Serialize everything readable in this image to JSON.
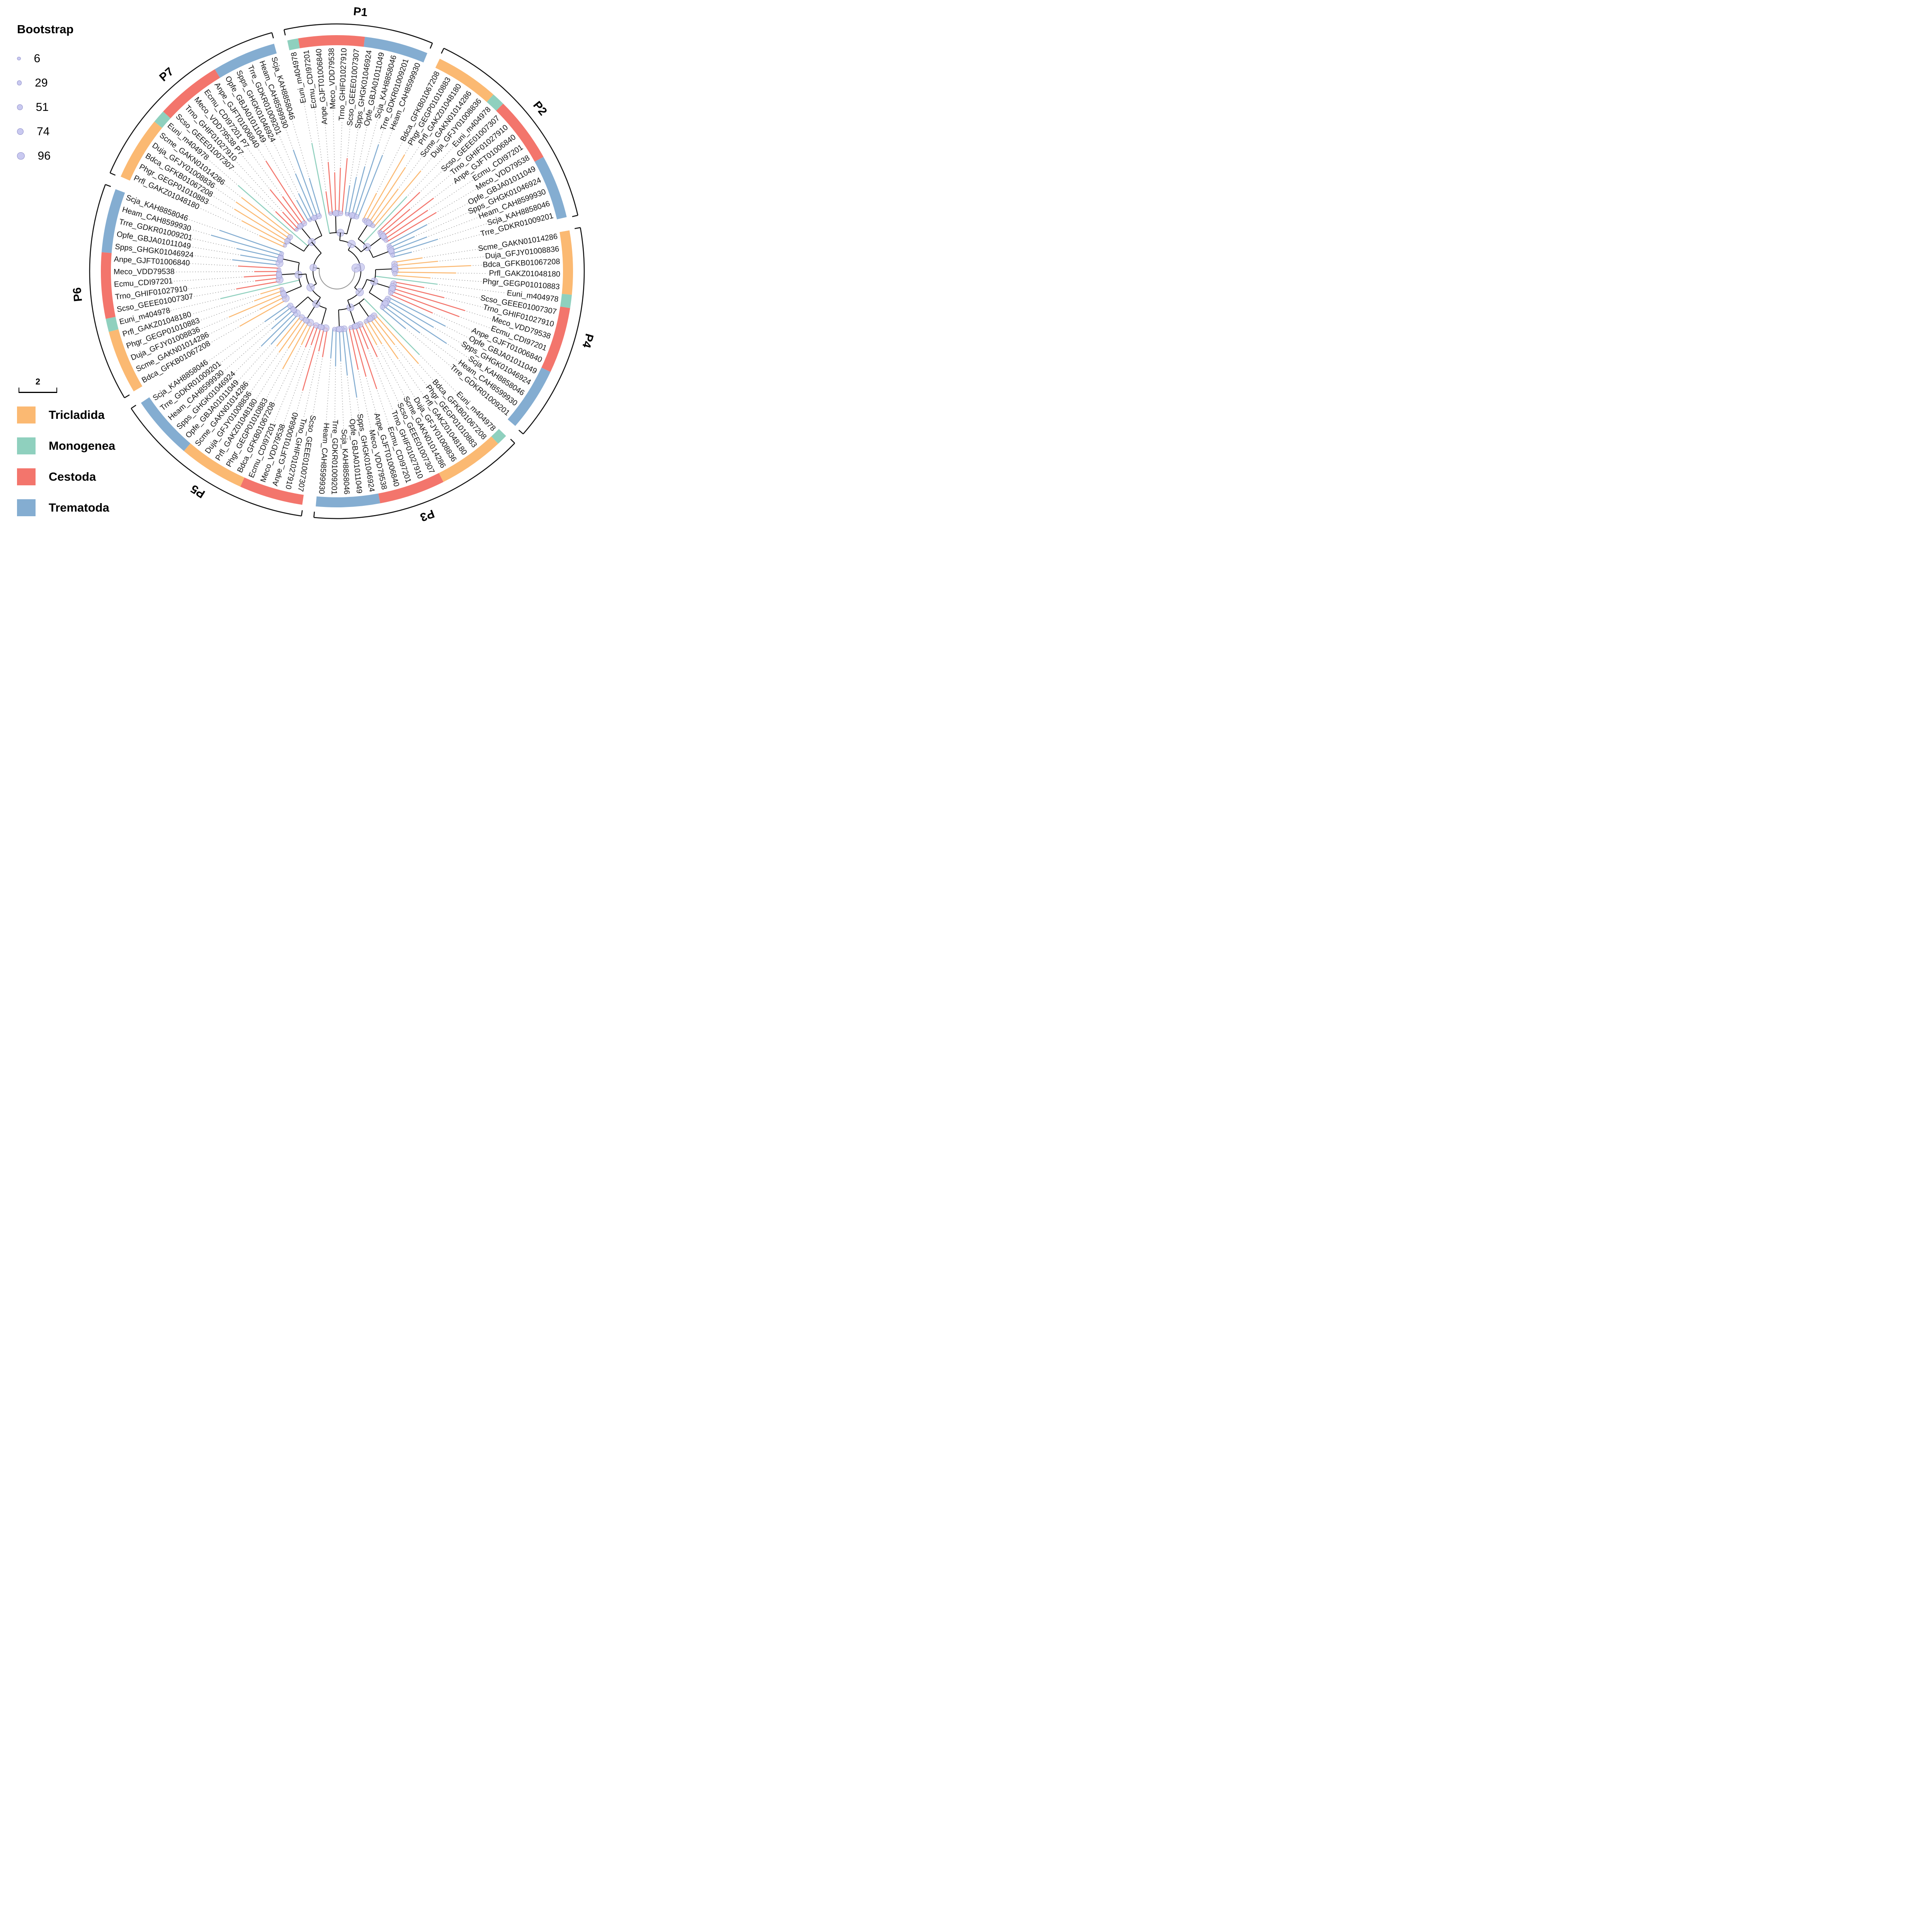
{
  "legend_bootstrap": {
    "title": "Bootstrap",
    "values": [
      6,
      29,
      51,
      74,
      96
    ]
  },
  "scale_bar": {
    "label": "2"
  },
  "legend_groups": [
    {
      "label": "Tricladida",
      "color": "#FBB972"
    },
    {
      "label": "Monogenea",
      "color": "#8FD0BE"
    },
    {
      "label": "Cestoda",
      "color": "#F3756C"
    },
    {
      "label": "Trematoda",
      "color": "#84ADD1"
    }
  ],
  "colors": {
    "branch": "#111111",
    "root_arc": "#999999",
    "bootstrap_fill": "#c9c9f0",
    "bootstrap_stroke": "#8e8ec8",
    "leader": "#888888"
  },
  "chart_data": {
    "type": "circular-phylogenetic-tree",
    "title": "",
    "legend_position": "left",
    "bootstrap_range": [
      6,
      96
    ],
    "scale_bar_value": 2,
    "layout": {
      "start_angle": -12.7,
      "clade_gap_deg": 2.2
    },
    "clades": [
      {
        "name": "P1",
        "tips": [
          {
            "label": "Euni_m404978",
            "group": "Monogenea"
          },
          {
            "label": "Ecmu_CDI97201",
            "group": "Cestoda"
          },
          {
            "label": "Anpe_GJFT01006840",
            "group": "Cestoda"
          },
          {
            "label": "Meco_VDD79538",
            "group": "Cestoda"
          },
          {
            "label": "Trno_GHIF01027910",
            "group": "Cestoda"
          },
          {
            "label": "Scso_GEEE01007307",
            "group": "Cestoda"
          },
          {
            "label": "Spps_GHGK01046924",
            "group": "Trematoda"
          },
          {
            "label": "Opfe_GBJA01011049",
            "group": "Trematoda"
          },
          {
            "label": "Scja_KAH8858046",
            "group": "Trematoda"
          },
          {
            "label": "Trre_GDKR01009201",
            "group": "Trematoda"
          },
          {
            "label": "Heam_CAH8599930",
            "group": "Trematoda"
          }
        ]
      },
      {
        "name": "P2",
        "tips": [
          {
            "label": "Bdca_GFKB01067208",
            "group": "Tricladida"
          },
          {
            "label": "Phgr_GEGP01010883",
            "group": "Tricladida"
          },
          {
            "label": "Prfl_GAKZ01048180",
            "group": "Tricladida"
          },
          {
            "label": "Scme_GAKN01014286",
            "group": "Tricladida"
          },
          {
            "label": "Duja_GFJY01008836",
            "group": "Tricladida"
          },
          {
            "label": "Euni_m404978",
            "group": "Monogenea"
          },
          {
            "label": "Scso_GEEE01007307",
            "group": "Cestoda"
          },
          {
            "label": "Trno_GHIF01027910",
            "group": "Cestoda"
          },
          {
            "label": "Anpe_GJFT01006840",
            "group": "Cestoda"
          },
          {
            "label": "Ecmu_CDI97201",
            "group": "Cestoda"
          },
          {
            "label": "Meco_VDD79538",
            "group": "Cestoda"
          },
          {
            "label": "Opfe_GBJA01011049",
            "group": "Trematoda"
          },
          {
            "label": "Spps_GHGK01046924",
            "group": "Trematoda"
          },
          {
            "label": "Heam_CAH8599930",
            "group": "Trematoda"
          },
          {
            "label": "Scja_KAH8858046",
            "group": "Trematoda"
          },
          {
            "label": "Trre_GDKR01009201",
            "group": "Trematoda"
          }
        ]
      },
      {
        "name": "P4",
        "tips": [
          {
            "label": "Scme_GAKN01014286",
            "group": "Tricladida"
          },
          {
            "label": "Duja_GFJY01008836",
            "group": "Tricladida"
          },
          {
            "label": "Bdca_GFKB01067208",
            "group": "Tricladida"
          },
          {
            "label": "Prfl_GAKZ01048180",
            "group": "Tricladida"
          },
          {
            "label": "Phgr_GEGP01010883",
            "group": "Tricladida"
          },
          {
            "label": "Euni_m404978",
            "group": "Monogenea"
          },
          {
            "label": "Scso_GEEE01007307",
            "group": "Cestoda"
          },
          {
            "label": "Trno_GHIF01027910",
            "group": "Cestoda"
          },
          {
            "label": "Meco_VDD79538",
            "group": "Cestoda"
          },
          {
            "label": "Ecmu_CDI97201",
            "group": "Cestoda"
          },
          {
            "label": "Anpe_GJFT01006840",
            "group": "Cestoda"
          },
          {
            "label": "Opfe_GBJA01011049",
            "group": "Trematoda"
          },
          {
            "label": "Spps_GHGK01046924",
            "group": "Trematoda"
          },
          {
            "label": "Scja_KAH8858046",
            "group": "Trematoda"
          },
          {
            "label": "Heam_CAH8599930",
            "group": "Trematoda"
          },
          {
            "label": "Trre_GDKR01009201",
            "group": "Trematoda"
          }
        ]
      },
      {
        "name": "P3",
        "tips": [
          {
            "label": "Euni_m404978",
            "group": "Monogenea"
          },
          {
            "label": "Bdca_GFKB01067208",
            "group": "Tricladida"
          },
          {
            "label": "Phgr_GEGP01010883",
            "group": "Tricladida"
          },
          {
            "label": "Prfl_GAKZ01048180",
            "group": "Tricladida"
          },
          {
            "label": "Duja_GFJY01008836",
            "group": "Tricladida"
          },
          {
            "label": "Scme_GAKN01014286",
            "group": "Tricladida"
          },
          {
            "label": "Scso_GEEE01007307",
            "group": "Cestoda"
          },
          {
            "label": "Trno_GHIF01027910",
            "group": "Cestoda"
          },
          {
            "label": "Ecmu_CDI97201",
            "group": "Cestoda"
          },
          {
            "label": "Anpe_GJFT01006840",
            "group": "Cestoda"
          },
          {
            "label": "Meco_VDD79538",
            "group": "Cestoda"
          },
          {
            "label": "Spps_GHGK01046924",
            "group": "Trematoda"
          },
          {
            "label": "Opfe_GBJA01011049",
            "group": "Trematoda"
          },
          {
            "label": "Scja_KAH8858046",
            "group": "Trematoda"
          },
          {
            "label": "Trre_GDKR01009201",
            "group": "Trematoda"
          },
          {
            "label": "Heam_CAH8599930",
            "group": "Trematoda"
          }
        ]
      },
      {
        "name": "P5",
        "tips": [
          {
            "label": "Scso_GEEE01007307",
            "group": "Cestoda"
          },
          {
            "label": "Trno_GHIF01027910",
            "group": "Cestoda"
          },
          {
            "label": "Anpe_GJFT01006840",
            "group": "Cestoda"
          },
          {
            "label": "Meco_VDD79538",
            "group": "Cestoda"
          },
          {
            "label": "Ecmu_CDI97201",
            "group": "Cestoda"
          },
          {
            "label": "Bdca_GFKB01067208",
            "group": "Tricladida"
          },
          {
            "label": "Phgr_GEGP01010883",
            "group": "Tricladida"
          },
          {
            "label": "Prfl_GAKZ01048180",
            "group": "Tricladida"
          },
          {
            "label": "Duja_GFJY01008836",
            "group": "Tricladida"
          },
          {
            "label": "Scme_GAKN01014286",
            "group": "Tricladida"
          },
          {
            "label": "Opfe_GBJA01011049",
            "group": "Trematoda"
          },
          {
            "label": "Spps_GHGK01046924",
            "group": "Trematoda"
          },
          {
            "label": "Heam_CAH8599930",
            "group": "Trematoda"
          },
          {
            "label": "Trre_GDKR01009201",
            "group": "Trematoda"
          },
          {
            "label": "Scja_KAH8858046",
            "group": "Trematoda"
          }
        ]
      },
      {
        "name": "P6",
        "tips": [
          {
            "label": "Bdca_GFKB01067208",
            "group": "Tricladida"
          },
          {
            "label": "Scme_GAKN01014286",
            "group": "Tricladida"
          },
          {
            "label": "Duja_GFJY01008836",
            "group": "Tricladida"
          },
          {
            "label": "Phgr_GEGP01010883",
            "group": "Tricladida"
          },
          {
            "label": "Prfl_GAKZ01048180",
            "group": "Tricladida"
          },
          {
            "label": "Euni_m404978",
            "group": "Monogenea"
          },
          {
            "label": "Scso_GEEE01007307",
            "group": "Cestoda"
          },
          {
            "label": "Trno_GHIF01027910",
            "group": "Cestoda"
          },
          {
            "label": "Ecmu_CDI97201",
            "group": "Cestoda"
          },
          {
            "label": "Meco_VDD79538",
            "group": "Cestoda"
          },
          {
            "label": "Anpe_GJFT01006840",
            "group": "Cestoda"
          },
          {
            "label": "Spps_GHGK01046924",
            "group": "Trematoda"
          },
          {
            "label": "Opfe_GBJA01011049",
            "group": "Trematoda"
          },
          {
            "label": "Trre_GDKR01009201",
            "group": "Trematoda"
          },
          {
            "label": "Heam_CAH8599930",
            "group": "Trematoda"
          },
          {
            "label": "Scja_KAH8858046",
            "group": "Trematoda"
          }
        ]
      },
      {
        "name": "P7",
        "tips": [
          {
            "label": "Prfl_GAKZ01048180",
            "group": "Tricladida"
          },
          {
            "label": "Phgr_GEGP01010883",
            "group": "Tricladida"
          },
          {
            "label": "Bdca_GFKB01067208",
            "group": "Tricladida"
          },
          {
            "label": "Duja_GFJY01008836",
            "group": "Tricladida"
          },
          {
            "label": "Scme_GAKN01014286",
            "group": "Tricladida"
          },
          {
            "label": "Euni_m404978",
            "group": "Monogenea"
          },
          {
            "label": "Scso_GEEE01007307",
            "group": "Cestoda"
          },
          {
            "label": "Trno_GHIF01027910",
            "group": "Cestoda"
          },
          {
            "label": "Meco_VDD79538 P7",
            "group": "Cestoda"
          },
          {
            "label": "Ecmu_CDI97201 P7",
            "group": "Cestoda"
          },
          {
            "label": "Anpe_GJFT01006840",
            "group": "Cestoda"
          },
          {
            "label": "Opfe_GBJA01011049",
            "group": "Trematoda"
          },
          {
            "label": "Spps_GHGK01046924",
            "group": "Trematoda"
          },
          {
            "label": "Trre_GDKR01009201",
            "group": "Trematoda"
          },
          {
            "label": "Heam_CAH8599930",
            "group": "Trematoda"
          },
          {
            "label": "Scja_KAH8858046",
            "group": "Trematoda"
          }
        ]
      }
    ]
  }
}
